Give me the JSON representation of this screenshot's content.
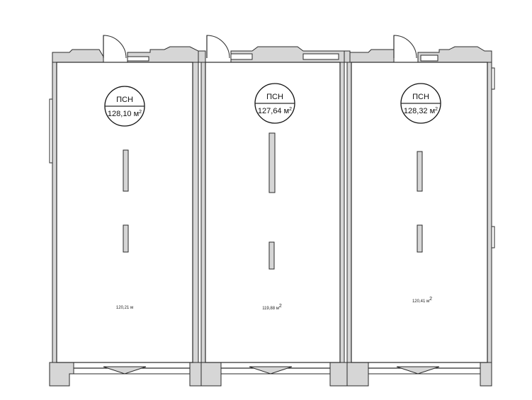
{
  "units": [
    {
      "type_label": "ПСН",
      "total_area": "128,10 м",
      "total_sup": "2",
      "room_area": "120,21 м",
      "room_sup": ""
    },
    {
      "type_label": "ПСН",
      "total_area": "127,64 м",
      "total_sup": "2",
      "room_area": "119,88 м",
      "room_sup": "2"
    },
    {
      "type_label": "ПСН",
      "total_area": "128,32 м",
      "total_sup": "2",
      "room_area": "120,41 м",
      "room_sup": "2"
    }
  ],
  "colors": {
    "wall": "#d6d6d6",
    "line": "#2a2a2a",
    "background": "#ffffff"
  }
}
